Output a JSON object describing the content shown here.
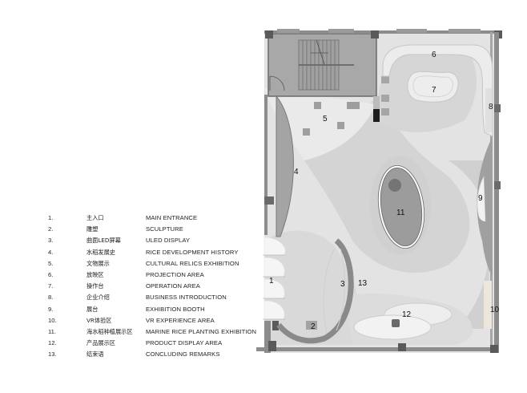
{
  "legend": {
    "items": [
      {
        "num": "1.",
        "cn": "主入口",
        "en": "MAIN ENTRANCE"
      },
      {
        "num": "2.",
        "cn": "雕塑",
        "en": "SCULPTURE"
      },
      {
        "num": "3.",
        "cn": "曲面LED屏幕",
        "en": "ULED DISPLAY"
      },
      {
        "num": "4.",
        "cn": "水稻发展史",
        "en": "RICE DEVELOPMENT HISTORY"
      },
      {
        "num": "5.",
        "cn": "文物展示",
        "en": "CULTURAL RELICS EXHIBITION"
      },
      {
        "num": "6.",
        "cn": "放映区",
        "en": "PROJECTION AREA"
      },
      {
        "num": "7.",
        "cn": "操作台",
        "en": "OPERATION AREA"
      },
      {
        "num": "8.",
        "cn": "企业介绍",
        "en": "BUSINESS INTRODUCTION"
      },
      {
        "num": "9.",
        "cn": "展台",
        "en": "EXHIBITION BOOTH"
      },
      {
        "num": "10.",
        "cn": "VR体验区",
        "en": "VR EXPERIENCE AREA"
      },
      {
        "num": "11.",
        "cn": "海水稻种植展示区",
        "en": "MARINE RICE PLANTING EXHIBITION"
      },
      {
        "num": "12.",
        "cn": "产品展示区",
        "en": "PRODUCT DISPLAY AREA"
      },
      {
        "num": "13.",
        "cn": "结束语",
        "en": "CONCLUDING REMARKS"
      }
    ]
  },
  "plan": {
    "labels": {
      "l1": "1",
      "l2": "2",
      "l3": "3",
      "l4": "4",
      "l5": "5",
      "l6": "6",
      "l7": "7",
      "l8": "8",
      "l9": "9",
      "l10": "10",
      "l11": "11",
      "l12": "12",
      "l13": "13"
    },
    "colors": {
      "wall": "#8c8c8c",
      "wall_dark": "#5a5a5a",
      "stair_room": "#a9a9a9",
      "floor_light": "#e4e4e4",
      "floor_mid": "#d2d2d2",
      "floor_dark": "#bdbdbd",
      "exhibit_dark": "#9a9a9a",
      "white": "#f4f4f4"
    }
  }
}
